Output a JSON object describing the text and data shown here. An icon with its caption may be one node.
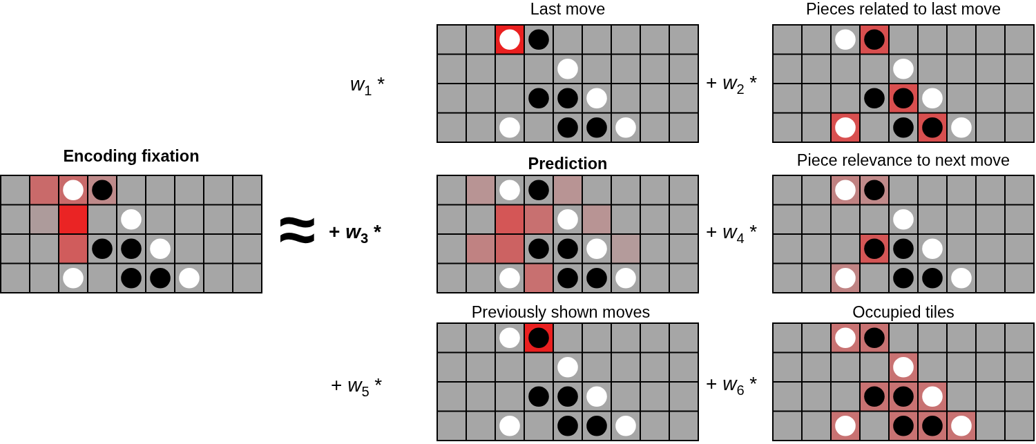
{
  "diagram": {
    "nodes": [
      {
        "text": [
          "Last move"
        ]
      },
      {
        "text": [
          "Pieces related to last move"
        ]
      },
      {
        "text": [
          "Encoding fixation"
        ]
      },
      {
        "text": [
          "Prediction"
        ]
      },
      {
        "text": [
          "Piece relevance to next move"
        ]
      },
      {
        "text": [
          "Previously shown moves"
        ]
      },
      {
        "text": [
          "Occupied tiles"
        ]
      }
    ],
    "labels": [
      "*w*$_{1}$ *",
      "+ *w*$_{2}$ *",
      "≈",
      "+ *w*$_{3}$ *",
      "+ *w*$_{4}$ *",
      "+ *w*$_{5}$ *",
      "+ *w*$_{6}$ *"
    ]
  }
}
